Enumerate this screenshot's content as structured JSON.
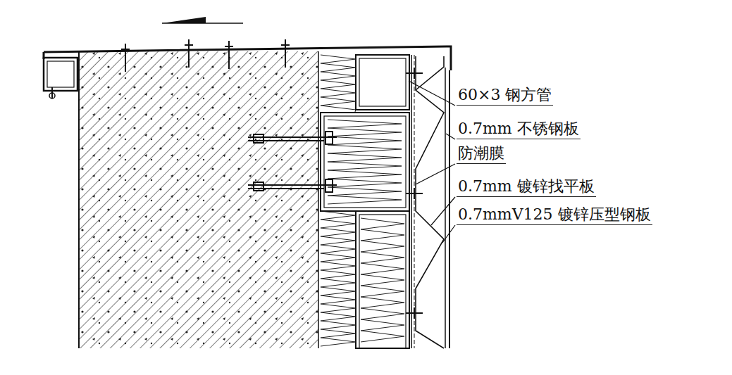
{
  "diagram": {
    "labels": [
      "60×3 钢方管",
      "0.7mm 不锈钢板",
      "防潮膜",
      "0.7mm 镀锌找平板",
      "0.7mmV125 镀锌压型钢板"
    ]
  }
}
